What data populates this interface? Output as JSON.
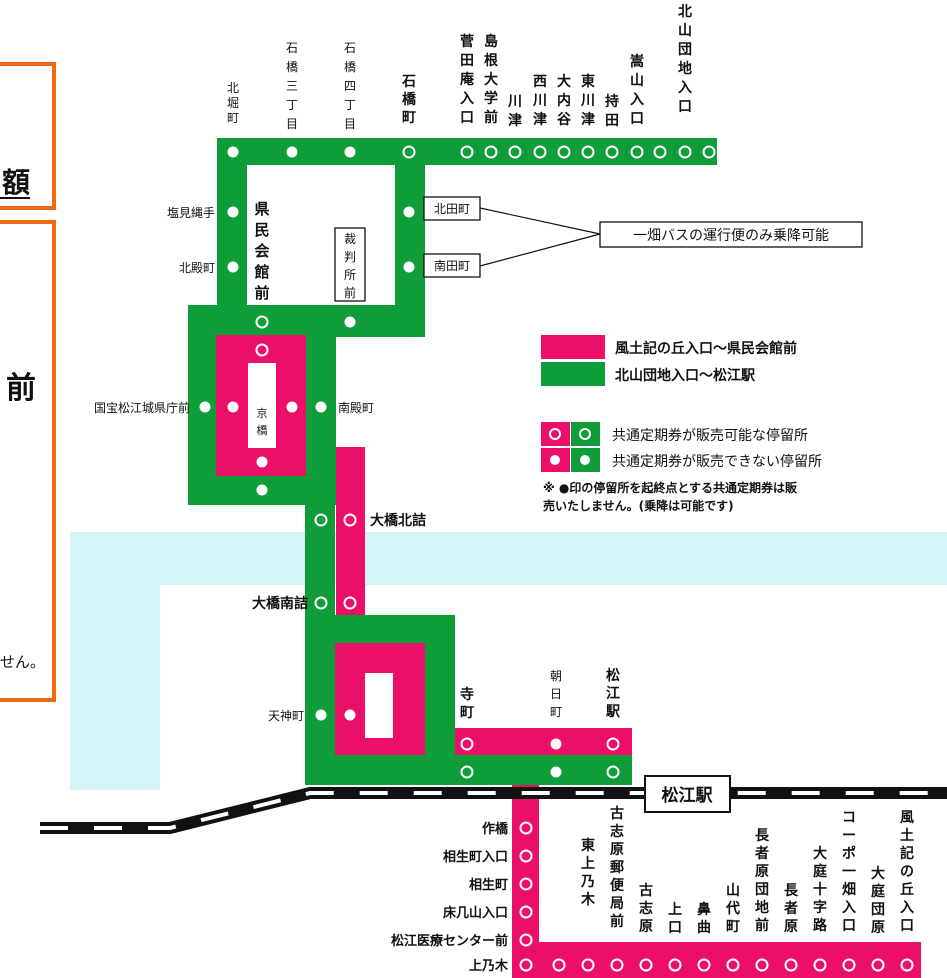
{
  "colors": {
    "green": "#0f9d3a",
    "pink": "#eb0f6a",
    "river": "#d5f4f8",
    "frame": "#ee6a0f",
    "rail": "#111111"
  },
  "left_panel": {
    "title_fragment": "額",
    "stop_fragment": "前",
    "note_fragment": "せん。"
  },
  "legend": {
    "pink_route": "風土記の丘入口～県民会館前",
    "green_route": "北山団地入口～松江駅",
    "sell": "共通定期券が販売可能な停留所",
    "nosell": "共通定期券が販売できない停留所",
    "note_line1": "※ ●印の停留所を起終点とする共通定期券は販",
    "note_line2": "売いたしません。(乗降は可能です)"
  },
  "callout": "一畑バスの運行便のみ乗降可能",
  "station": "松江駅",
  "stops": {
    "kitahori": "北堀町",
    "ishibashi3": "石橋三丁目",
    "ishibashi4": "石橋四丁目",
    "ishibashi": "石橋町",
    "sugata": "菅田庵入口",
    "shimane": "島根大学前",
    "kawatsu": "川津",
    "nishikawatsu": "西川津",
    "ouchidani": "大内谷",
    "higashikawatsu": "東川津",
    "mochida": "持田",
    "kasayama": "嵩山入口",
    "kitayama": "北山団地入口",
    "shiomi": "塩見縄手",
    "kitatono": "北殿町",
    "kenmin": "県民会館前",
    "saibansho": "裁判所前",
    "kitata": "北田町",
    "minamita": "南田町",
    "kokuho": "国宝松江城県庁前",
    "kyobashi": "京橋",
    "minamitono": "南殿町",
    "ohashikita": "大橋北詰",
    "ohashiminami": "大橋南詰",
    "tenjin": "天神町",
    "teramachi": "寺町",
    "asahi": "朝日町",
    "matsueeki": "松江駅",
    "sakuhashi": "作橋",
    "aioi_iriguchi": "相生町入口",
    "aioi": "相生町",
    "tokonami": "床几山入口",
    "iryo": "松江医療センター前",
    "kaminogi": "上乃木",
    "higashikaminogi": "東上乃木",
    "koshibara_post": "古志原郵便局前",
    "koshibara": "古志原",
    "kamiguchi": "上口",
    "hanamagari": "鼻曲",
    "yamashiro": "山代町",
    "nagasa_danchi": "長者原団地前",
    "nagasa": "長者原",
    "oniwa_jujiro": "大庭十字路",
    "corp": "コーポ一畑入口",
    "oniwa_danchi": "大庭団原",
    "fudoki": "風土記の丘入口"
  }
}
